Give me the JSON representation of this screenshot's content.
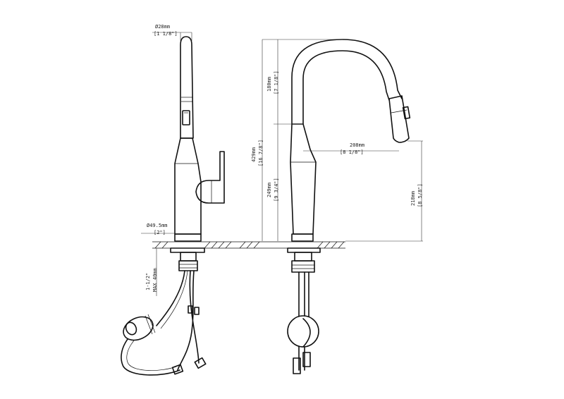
{
  "dimensions": {
    "spout_dia_mm": "Ø28mm",
    "spout_dia_in": "[1 1/8\"]",
    "base_dia_mm": "Ø49.5mm",
    "base_dia_in": "[2\"]",
    "mount_mm": "1-1/2\"",
    "mount_max": "MAX 40mm",
    "total_height_mm": "429mm",
    "total_height_in": "[16 7/8\"]",
    "arc_height_mm": "180mm",
    "arc_height_in": "[7 1/8\"]",
    "body_height_mm": "249mm",
    "body_height_in": "[9 3/4\"]",
    "reach_mm": "208mm",
    "reach_in": "[8 1/8\"]",
    "spout_height_mm": "218mm",
    "spout_height_in": "[8 5/8\"]"
  },
  "colors": {
    "line": "#111111",
    "background": "#ffffff"
  }
}
